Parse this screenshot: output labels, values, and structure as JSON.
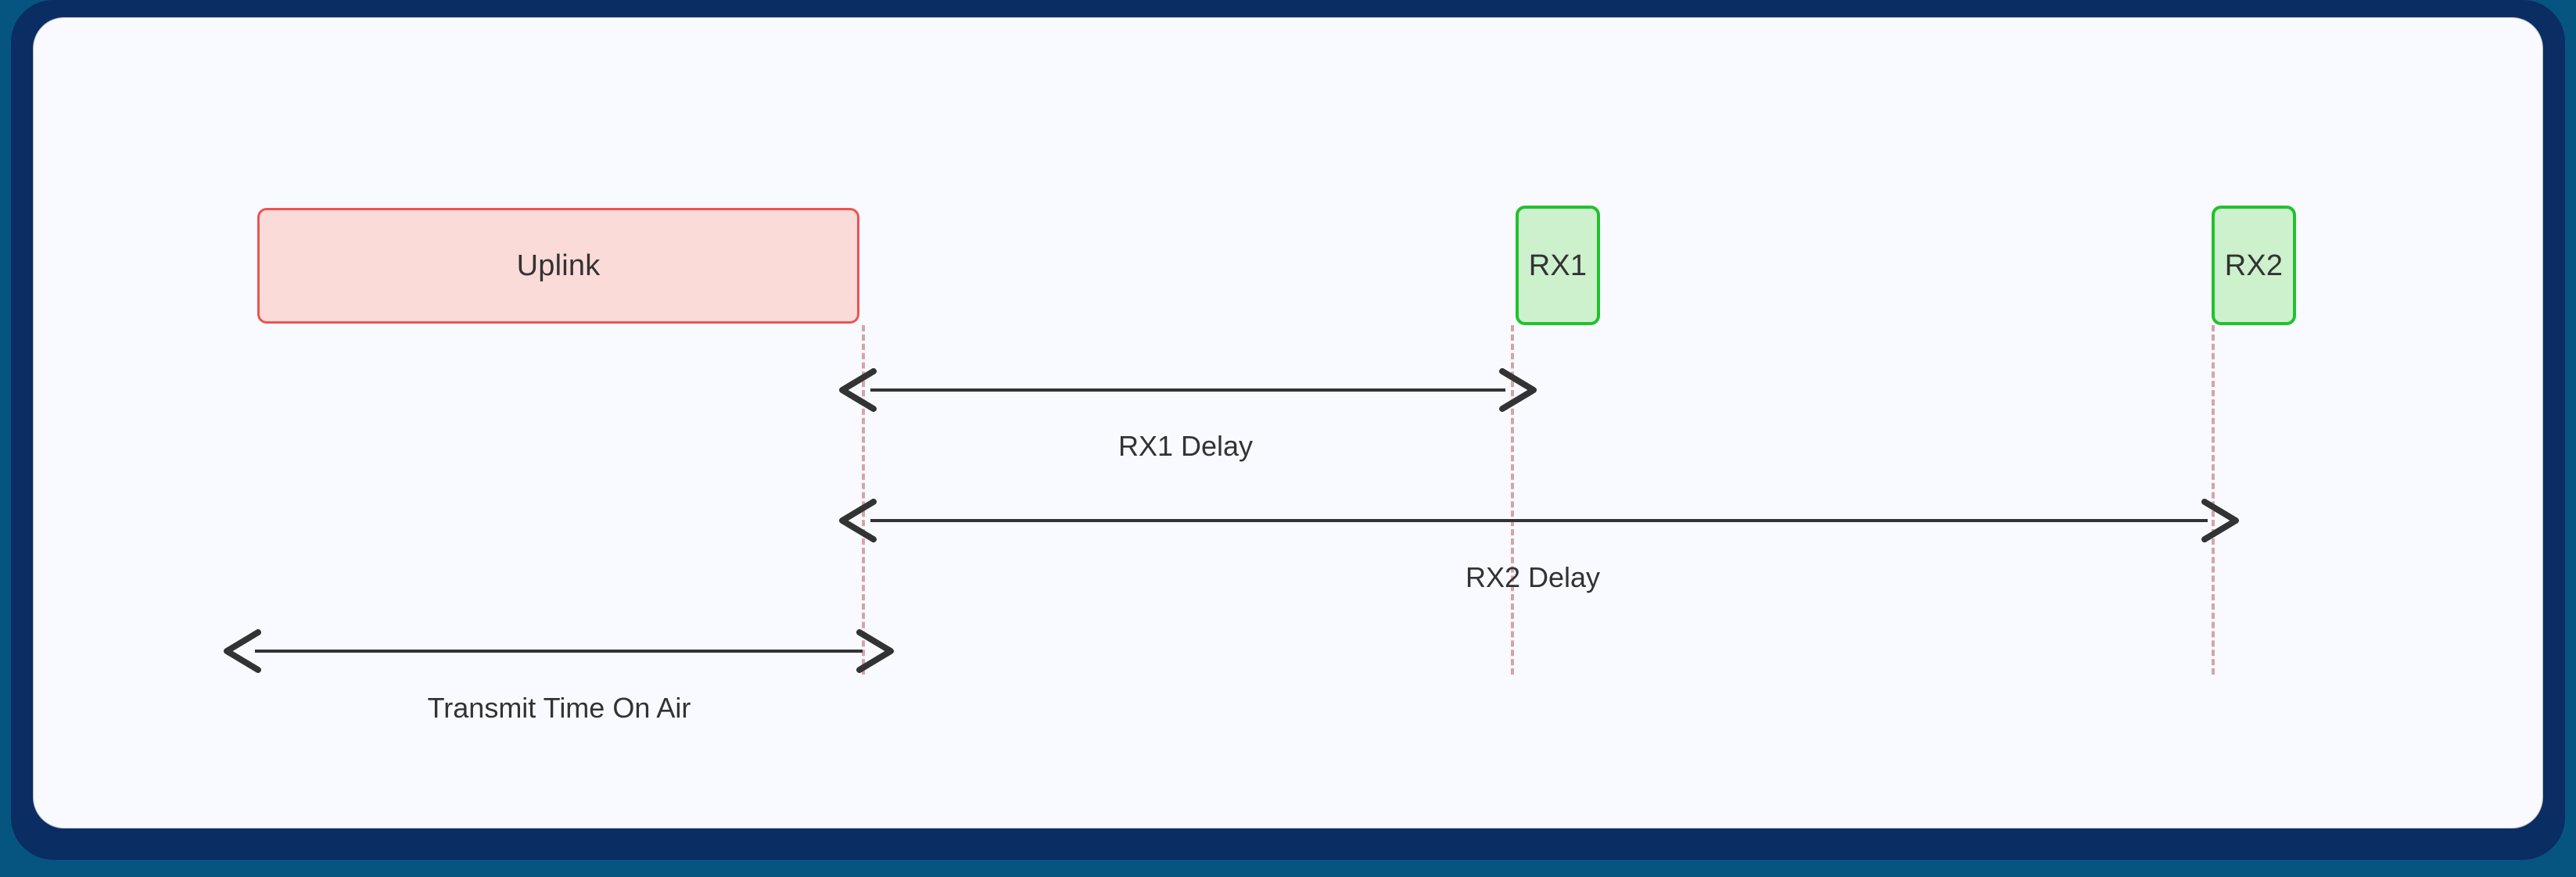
{
  "page": {
    "kind": "lorawan-receive-window-timing-diagram",
    "background_color": "#065580",
    "frame_border_color": "#0a2d63",
    "card_background_color": "#f8faff"
  },
  "diagram": {
    "nodes": [
      {
        "id": "uplink",
        "label": "Uplink",
        "fill_color": "#fadbd8",
        "border_color": "#f05252",
        "text_color": "#333333"
      },
      {
        "id": "rx1",
        "label": "RX1",
        "fill_color": "#cdf0cd",
        "border_color": "#22c22d",
        "text_color": "#333333"
      },
      {
        "id": "rx2",
        "label": "RX2",
        "fill_color": "#cdf0cd",
        "border_color": "#22c22d",
        "text_color": "#333333"
      }
    ],
    "lifeline_color": "#d4a5a5",
    "arrow_color": "#333333",
    "measurements": [
      {
        "id": "rx1-delay",
        "label": "RX1 Delay",
        "from_node": "uplink",
        "to_node": "rx1",
        "style": "double-headed"
      },
      {
        "id": "rx2-delay",
        "label": "RX2 Delay",
        "from_node": "uplink",
        "to_node": "rx2",
        "style": "double-headed"
      },
      {
        "id": "transmit-time-on-air",
        "label": "Transmit Time On Air",
        "from_node": "uplink-start",
        "to_node": "uplink",
        "style": "double-headed"
      }
    ]
  }
}
